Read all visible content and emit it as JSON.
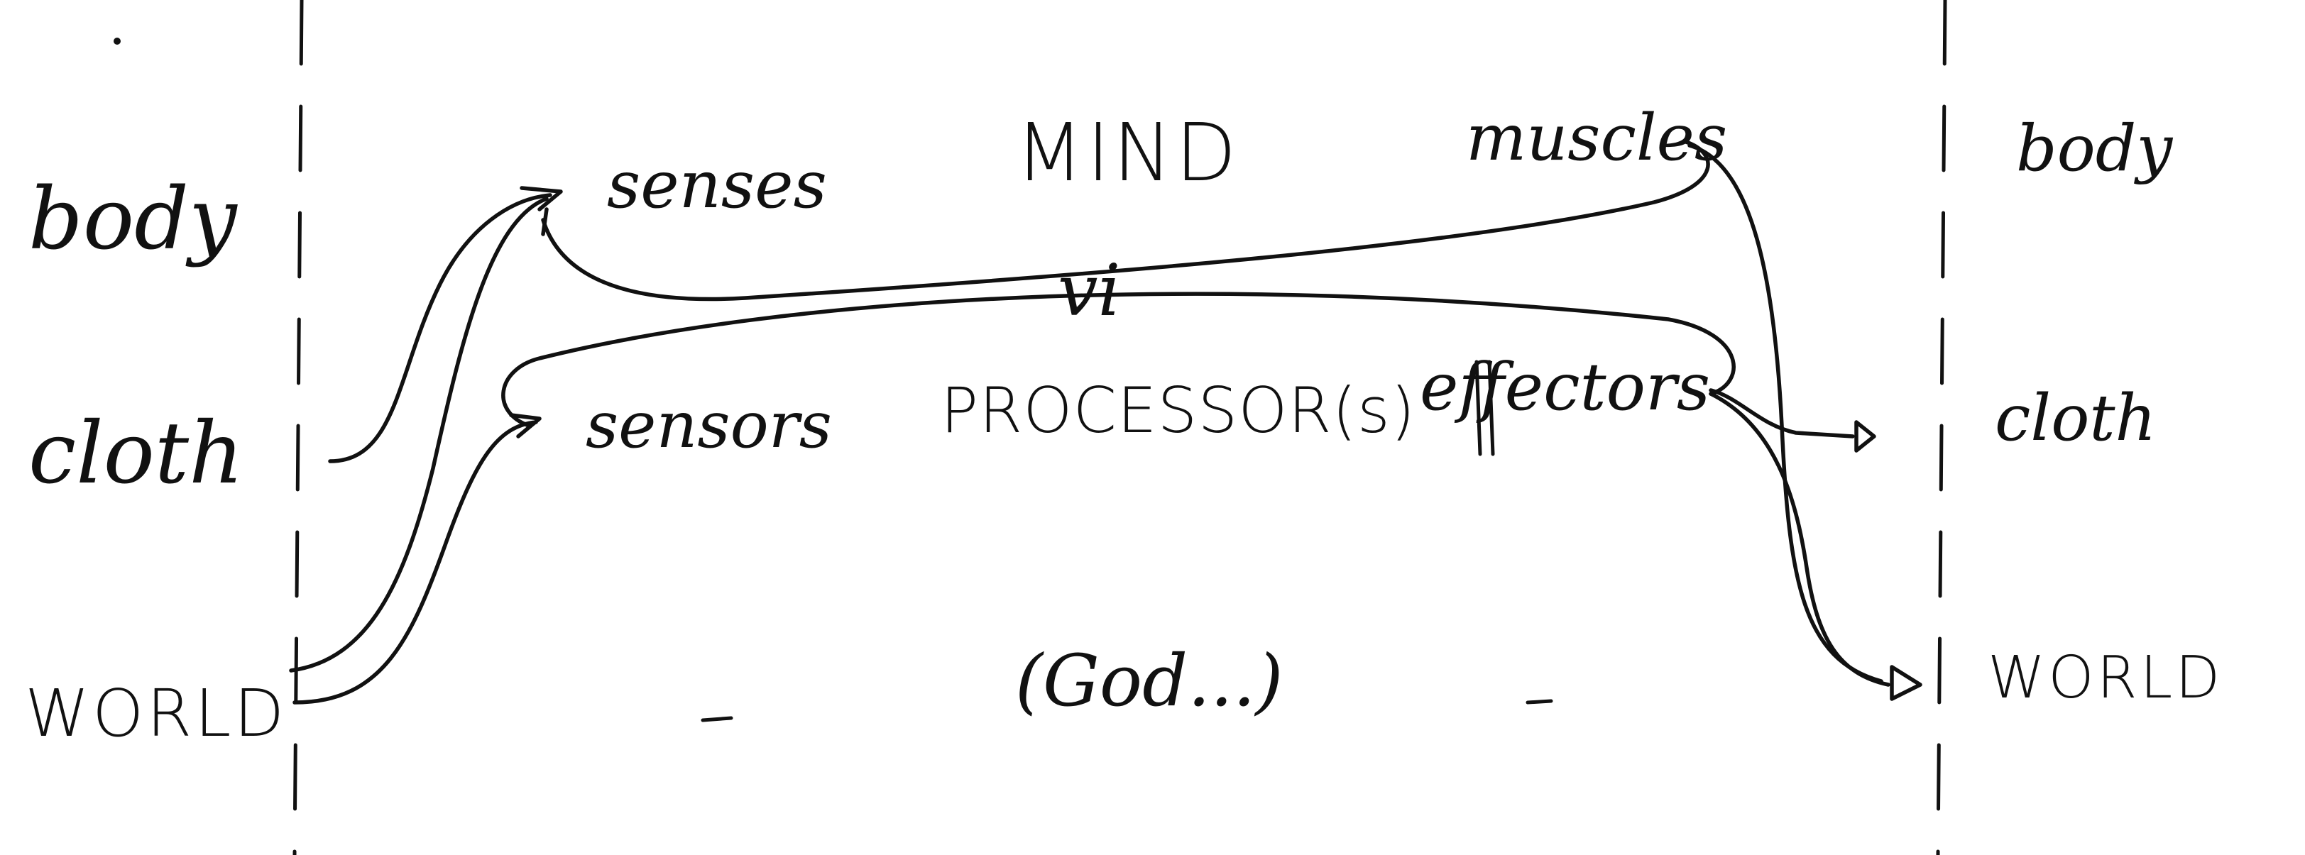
{
  "left_column": {
    "body": "body",
    "cloth": "cloth",
    "world": "WORLD"
  },
  "center": {
    "senses": "senses",
    "mind": "MIND",
    "muscles": "muscles",
    "vs": "vi",
    "sensors": "sensors",
    "processors": "PROCESSOR(s)",
    "effectors": "effectors",
    "god": "(God...)"
  },
  "right_column": {
    "body": "body",
    "cloth": "cloth",
    "world": "WORLD"
  }
}
